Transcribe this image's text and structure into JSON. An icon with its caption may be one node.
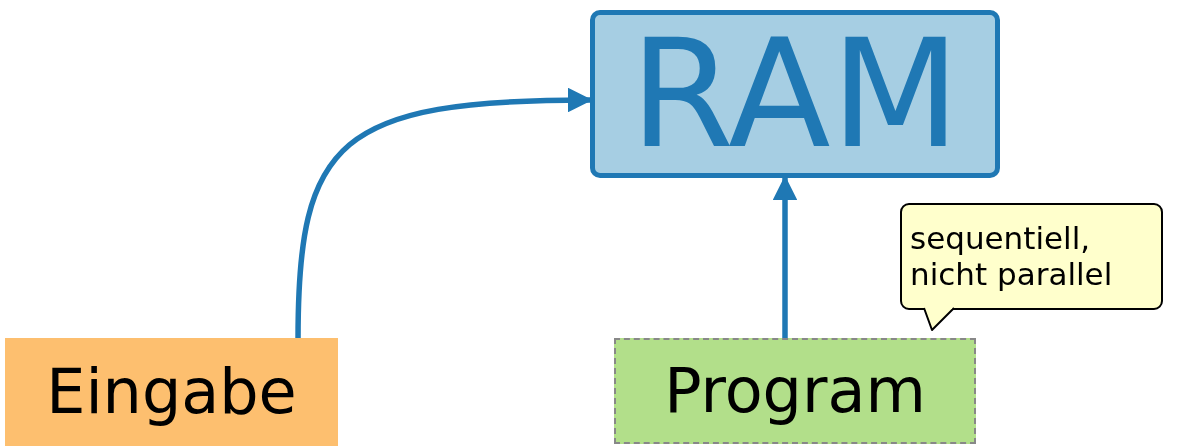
{
  "diagram": {
    "nodes": [
      {
        "text": [
          "RAM"
        ]
      },
      {
        "text": [
          "Eingabe"
        ]
      },
      {
        "text": [
          "Program"
        ]
      },
      {
        "text": [
          "sequentiell, nicht parallel"
        ]
      }
    ],
    "edges": [
      {
        "from": 1,
        "to": 0,
        "arrow": "to"
      },
      {
        "from": 2,
        "to": 0,
        "arrow": "to"
      }
    ]
  }
}
